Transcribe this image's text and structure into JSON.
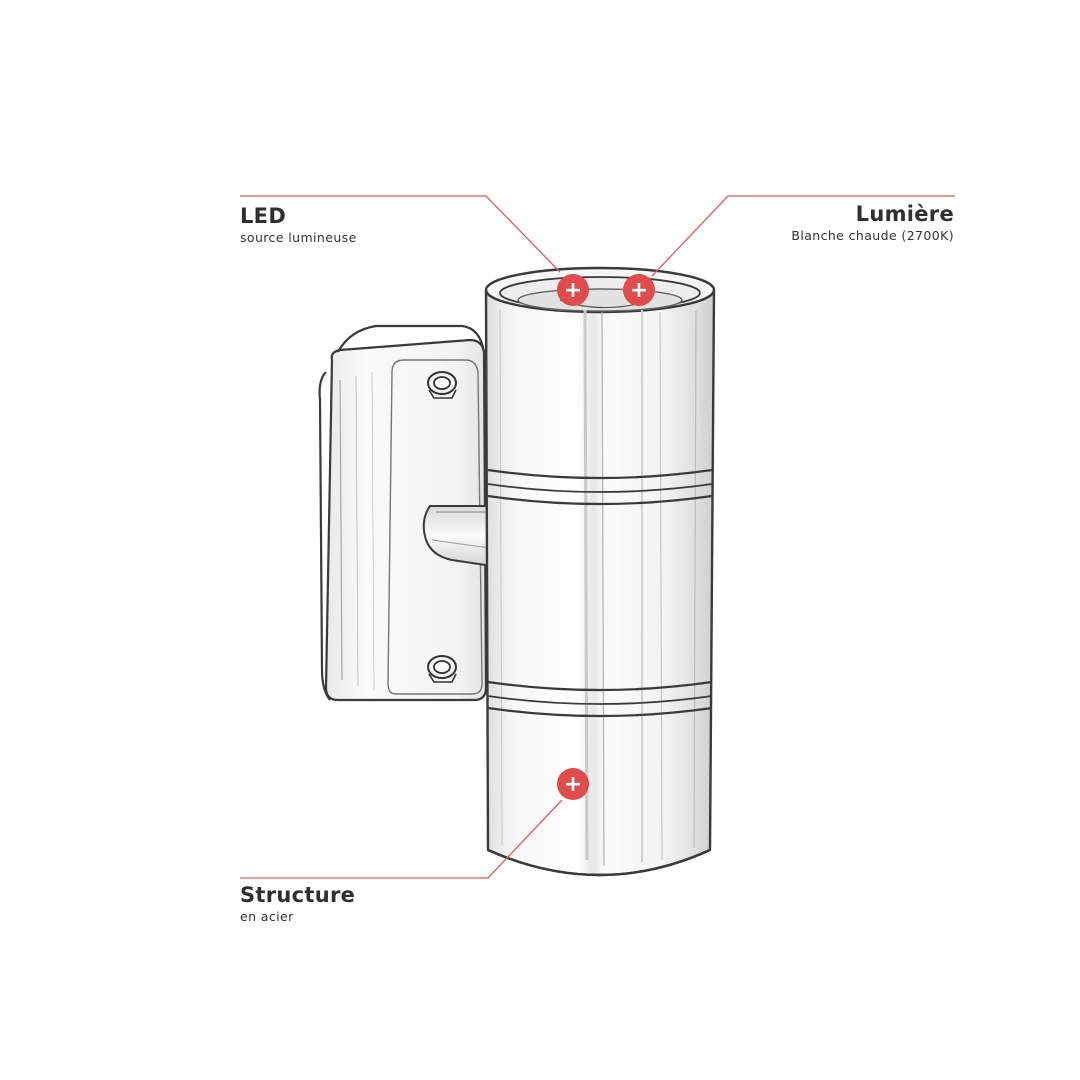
{
  "annotations": {
    "led": {
      "title": "LED",
      "subtitle": "source lumineuse"
    },
    "lumiere": {
      "title": "Lumière",
      "subtitle": "Blanche chaude (2700K)"
    },
    "structure": {
      "title": "Structure",
      "subtitle": "en acier"
    }
  },
  "hotspot_symbol": "+",
  "colors": {
    "accent": "#e04b4b",
    "line": "#e05a5a",
    "ink": "#3a3a3a",
    "text": "#2f2f2f"
  },
  "icons": {
    "hotspot": "plus-circle-icon"
  }
}
